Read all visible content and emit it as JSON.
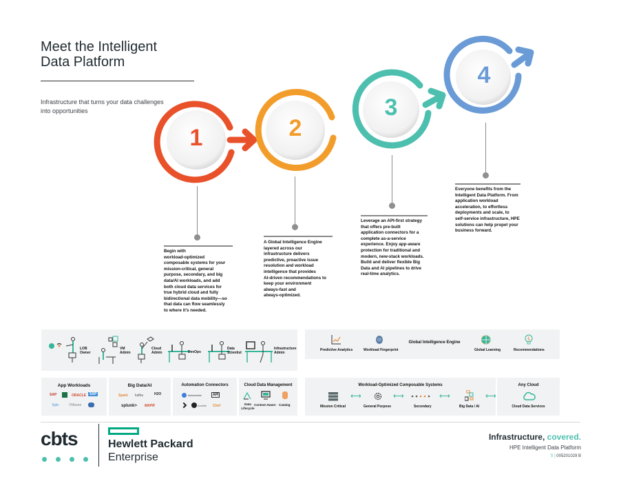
{
  "header": {
    "title_line1": "Meet the Intelligent",
    "title_line2": "Data Platform",
    "subtitle_line1": "Infrastructure that turns your data challenges",
    "subtitle_line2": "into opportunities"
  },
  "steps": [
    {
      "number": "1",
      "color": "#e8512a",
      "description": [
        "Begin with",
        "workload-optimized",
        "composable systems for your",
        "mission-critical, general",
        "purpose, secondary, and big",
        "data/AI workloads, and add",
        "both cloud data services for",
        "true hybrid cloud and fully",
        "bidirectional data mobility—so",
        "that data can flow seamlessly",
        "to where it's needed."
      ]
    },
    {
      "number": "2",
      "color": "#f29d2b",
      "description": [
        "A Global Intelligence Engine",
        "layered across our",
        "infrastructure delivers",
        "predictive, proactive issue",
        "resolution and workload",
        "intelligence that provides",
        "AI-driven recommendations to",
        "keep your environment",
        "always-fast and",
        "always-optimized."
      ]
    },
    {
      "number": "3",
      "color": "#4dbfae",
      "description": [
        "Leverage an API-first strategy",
        "that offers pre-built",
        "application connectors for a",
        "complete as-a-service",
        "experience. Enjoy app-aware",
        "protection for traditional and",
        "modern, new-stack workloads.",
        "Build and deliver flexible Big",
        "Data and AI pipelines to drive",
        "real-time analytics."
      ]
    },
    {
      "number": "4",
      "color": "#6a9bd6",
      "description": [
        "Everyone benefits from the",
        "Intelligent Data Platform. From",
        "application workload",
        "acceleration, to effortless",
        "deployments and scale, to",
        "self-service infrastructure, HPE",
        "solutions can help propel your",
        "business forward."
      ]
    }
  ],
  "personas": [
    {
      "label_line1": "LOB",
      "label_line2": "Owner"
    },
    {
      "label_line1": "VM",
      "label_line2": "Admin"
    },
    {
      "label_line1": "Cloud",
      "label_line2": "Admin"
    },
    {
      "label_line1": "DevOps",
      "label_line2": ""
    },
    {
      "label_line1": "Data",
      "label_line2": "Scientist"
    },
    {
      "label_line1": "Infrastructure",
      "label_line2": "Admin"
    }
  ],
  "global_engine": {
    "title": "Global Intelligence Engine",
    "items": [
      {
        "label": "Predictive Analytics",
        "icon": "line-chart-icon"
      },
      {
        "label": "Workload Fingerprint",
        "icon": "fingerprint-icon"
      },
      {
        "label": "Global Learning",
        "icon": "globe-icon"
      },
      {
        "label": "Recommendations",
        "icon": "lightbulb-icon"
      }
    ]
  },
  "categories": {
    "app_workloads": {
      "title": "App Workloads",
      "logos": [
        "SAP",
        "Excel",
        "ORACLE",
        "SAP",
        "Epic",
        "VMware",
        "Docker"
      ]
    },
    "big_data": {
      "title": "Big Data/AI",
      "logos": [
        "Spark",
        "kafka",
        "H2O",
        "splunk>",
        "MAPR"
      ]
    },
    "automation": {
      "title": "Automation Connectors",
      "logos": [
        "kubernetes",
        "API",
        "Ansible",
        "Chef"
      ]
    },
    "cloud_data_mgmt": {
      "title": "Cloud Data Management",
      "items": [
        "Data Lifecycle",
        "Context-Aware",
        "Catalog"
      ]
    }
  },
  "composable": {
    "title": "Workload-Optimized Composable Systems",
    "items": [
      "Mission Critical",
      "General Purpose",
      "Secondary",
      "Big Data / AI"
    ]
  },
  "any_cloud": {
    "title": "Any Cloud",
    "item": "Cloud Data Services"
  },
  "footer": {
    "cbts_logo": "cbts",
    "hpe_line1": "Hewlett Packard",
    "hpe_line2": "Enterprise",
    "tagline_dark": "Infrastructure,",
    "tagline_accent": "covered.",
    "doc_title": "HPE Intelligent Data Platform",
    "page_number": "5",
    "doc_id": "005201029 B",
    "accent_color": "#4dbfae",
    "hpe_green": "#01a982"
  }
}
